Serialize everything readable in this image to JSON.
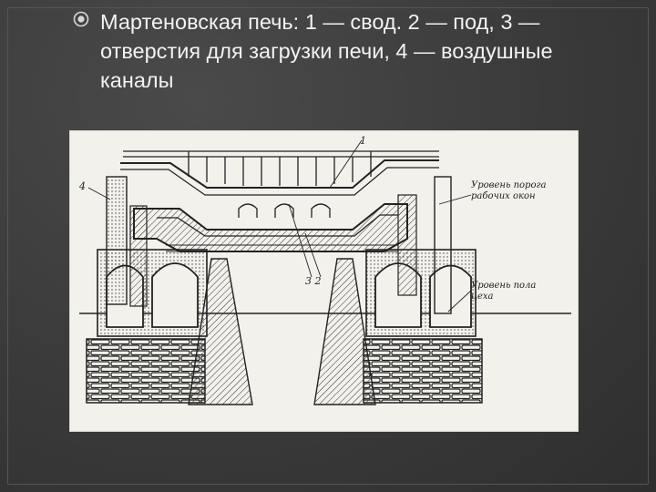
{
  "slide": {
    "bullet_text": "Мартеновская печь: 1 — свод. 2 — под, 3 — отверстия для загрузки печи, 4 — воздушные каналы"
  },
  "figure": {
    "labels": {
      "num1": "1",
      "num4": "4",
      "num32": "3 2",
      "right_top": "Уровень порога рабочих окон",
      "right_bottom": "Уровень пола цеха"
    },
    "colors": {
      "ink": "#222222",
      "paper": "#f3f1ec"
    }
  }
}
